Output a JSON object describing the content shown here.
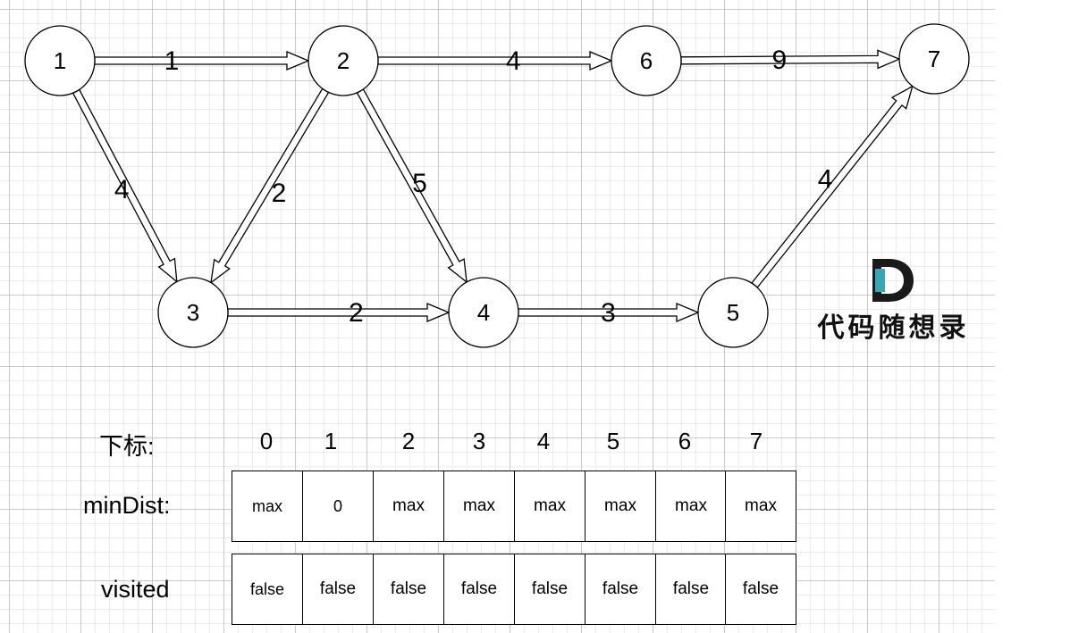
{
  "graph": {
    "nodes": [
      {
        "id": "1",
        "label": "1"
      },
      {
        "id": "2",
        "label": "2"
      },
      {
        "id": "6",
        "label": "6"
      },
      {
        "id": "7",
        "label": "7"
      },
      {
        "id": "3",
        "label": "3"
      },
      {
        "id": "4",
        "label": "4"
      },
      {
        "id": "5",
        "label": "5"
      }
    ],
    "edges": [
      {
        "from": "1",
        "to": "2",
        "weight": "1"
      },
      {
        "from": "2",
        "to": "6",
        "weight": "4"
      },
      {
        "from": "6",
        "to": "7",
        "weight": "9"
      },
      {
        "from": "1",
        "to": "3",
        "weight": "4"
      },
      {
        "from": "2",
        "to": "3",
        "weight": "2"
      },
      {
        "from": "2",
        "to": "4",
        "weight": "5"
      },
      {
        "from": "3",
        "to": "4",
        "weight": "2"
      },
      {
        "from": "4",
        "to": "5",
        "weight": "3"
      },
      {
        "from": "5",
        "to": "7",
        "weight": "4"
      }
    ]
  },
  "logo": {
    "text": "代码随想录",
    "colors": {
      "dark": "#1a1a1a",
      "accent": "#35a7b6"
    }
  },
  "table": {
    "index_label": "下标:",
    "min_dist_label": "minDist:",
    "visited_label": "visited",
    "indices": [
      "0",
      "1",
      "2",
      "3",
      "4",
      "5",
      "6",
      "7"
    ],
    "min_dist": [
      "max",
      "0",
      "max",
      "max",
      "max",
      "max",
      "max",
      "max"
    ],
    "visited": [
      "false",
      "false",
      "false",
      "false",
      "false",
      "false",
      "false",
      "false"
    ]
  }
}
